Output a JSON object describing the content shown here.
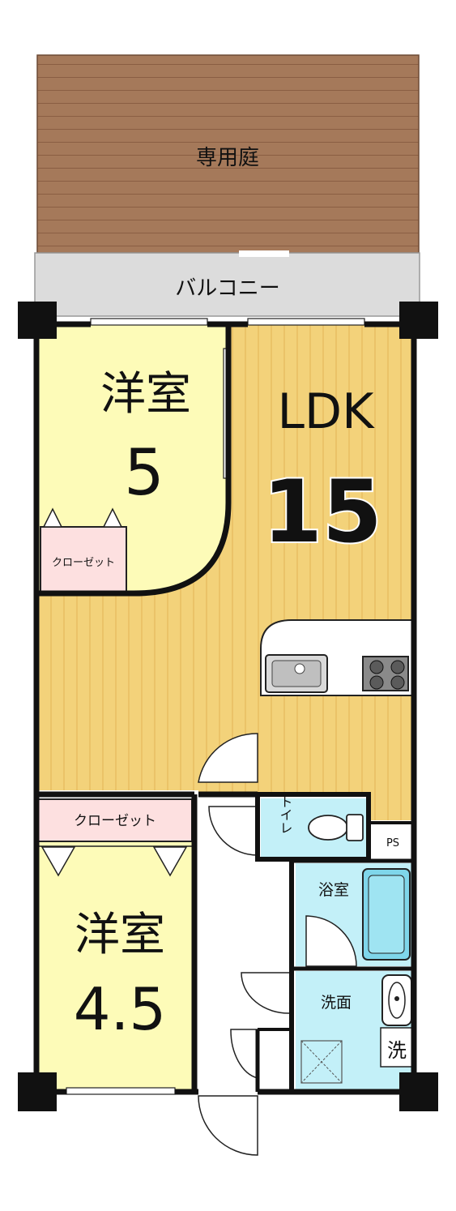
{
  "garden": {
    "label": "専用庭",
    "color": "#a5795a"
  },
  "balcony": {
    "label": "バルコニー",
    "color": "#dcdcdc"
  },
  "rooms": {
    "western5": {
      "label": "洋室",
      "size": "5",
      "color": "#fdfbb8"
    },
    "ldk": {
      "label": "LDK",
      "size": "15",
      "color": "#f3d27a"
    },
    "western45": {
      "label": "洋室",
      "size": "4.5",
      "color": "#fdfbb8"
    },
    "closet_small": {
      "label": "クローゼット",
      "color": "#fde0e0"
    },
    "closet_wide": {
      "label": "クローゼット",
      "color": "#fde0e0"
    },
    "toilet": {
      "label": "トイレ",
      "color": "#c3f0f8"
    },
    "bath": {
      "label": "浴室",
      "color": "#c3f0f8"
    },
    "washroom": {
      "label": "洗面",
      "color": "#c3f0f8"
    },
    "washer": {
      "label": "洗"
    },
    "ps": {
      "label": "PS"
    }
  }
}
